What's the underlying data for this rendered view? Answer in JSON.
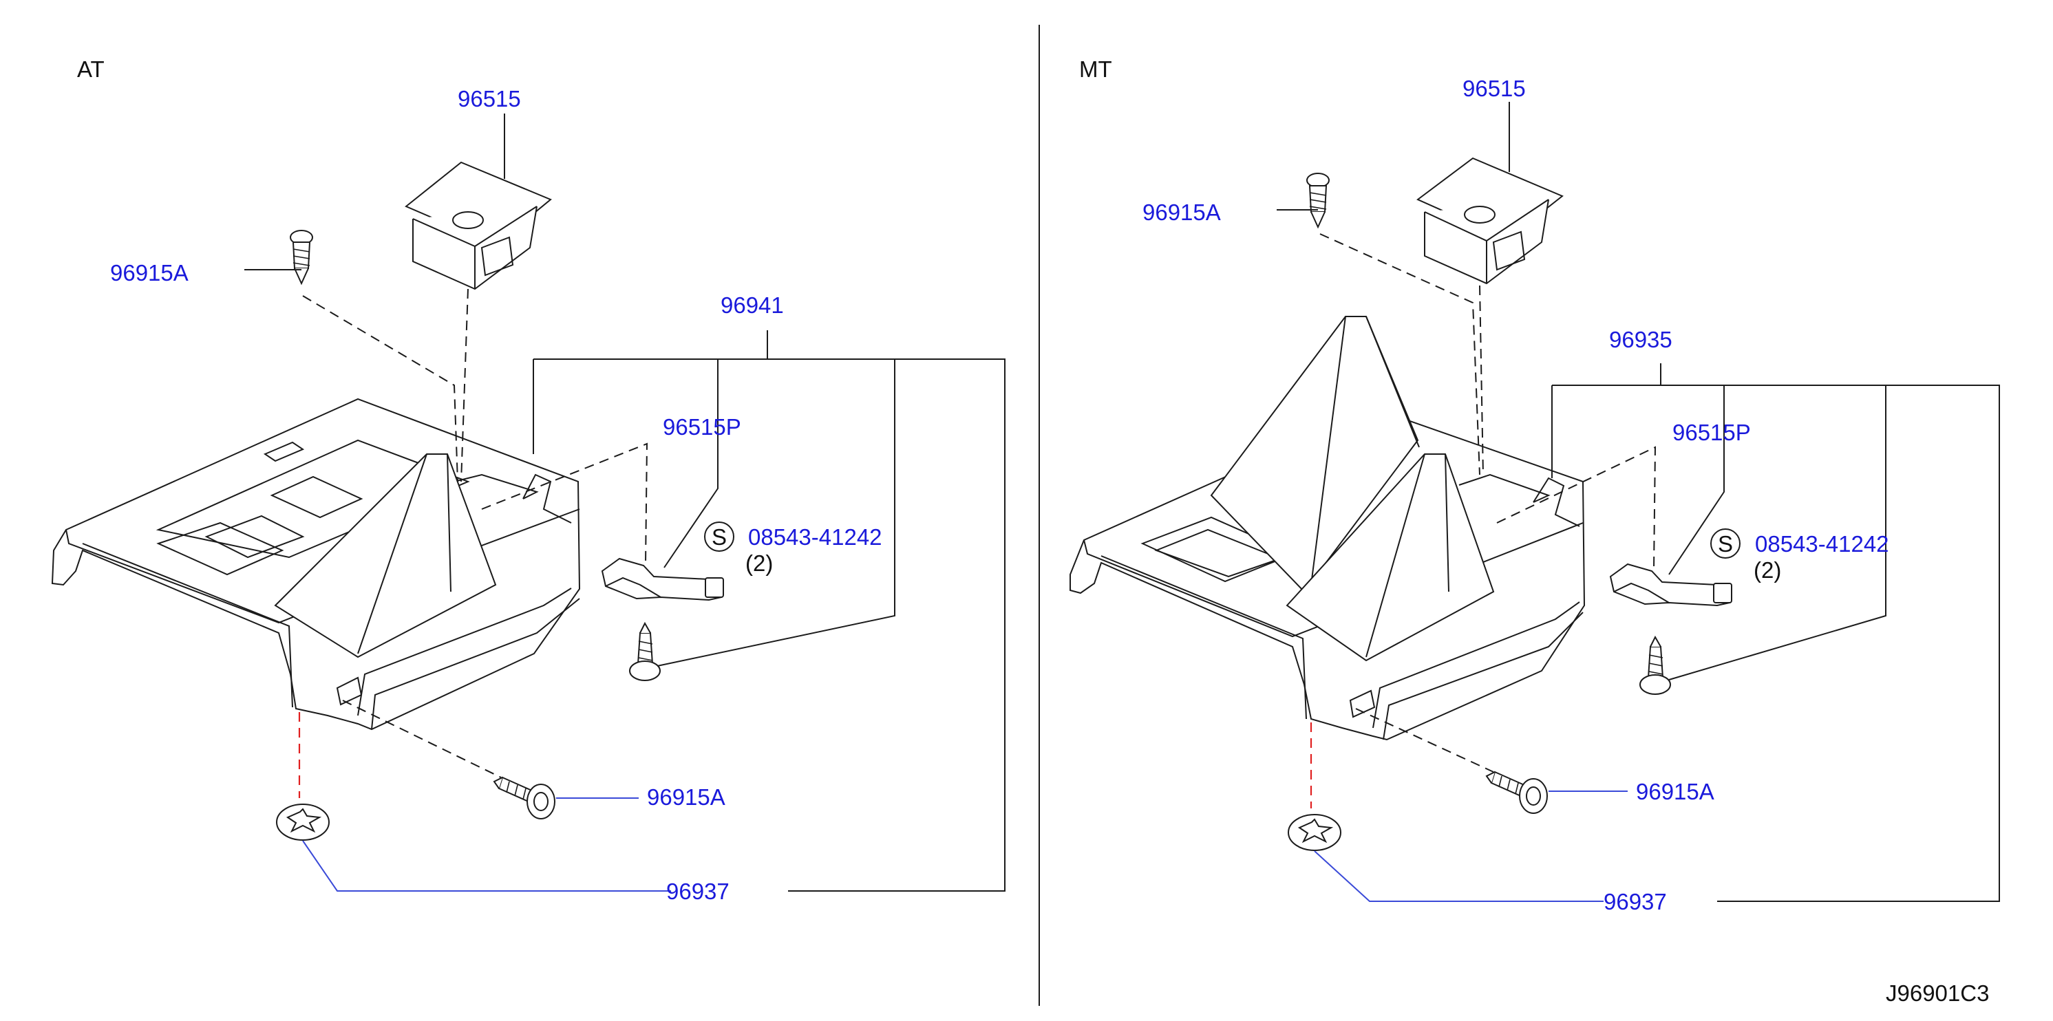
{
  "panels": {
    "at": {
      "title": "AT",
      "labels": {
        "ashtray": "96515",
        "screw_top": "96915A",
        "assembly": "96941",
        "bracket": "96515P",
        "screw_code": "08543-41242",
        "screw_qty": "(2)",
        "s_mark": "S",
        "screw_bottom": "96915A",
        "clip": "96937"
      }
    },
    "mt": {
      "title": "MT",
      "labels": {
        "ashtray": "96515",
        "screw_top": "96915A",
        "assembly": "96935",
        "bracket": "96515P",
        "screw_code": "08543-41242",
        "screw_qty": "(2)",
        "s_mark": "S",
        "screw_bottom": "96915A",
        "clip": "96937"
      }
    }
  },
  "diagram_code": "J96901C3",
  "colors": {
    "part_number": "#1a1adb",
    "text": "#111111",
    "lines": "#1b1b1b",
    "fastener_dash": "#e02020"
  }
}
